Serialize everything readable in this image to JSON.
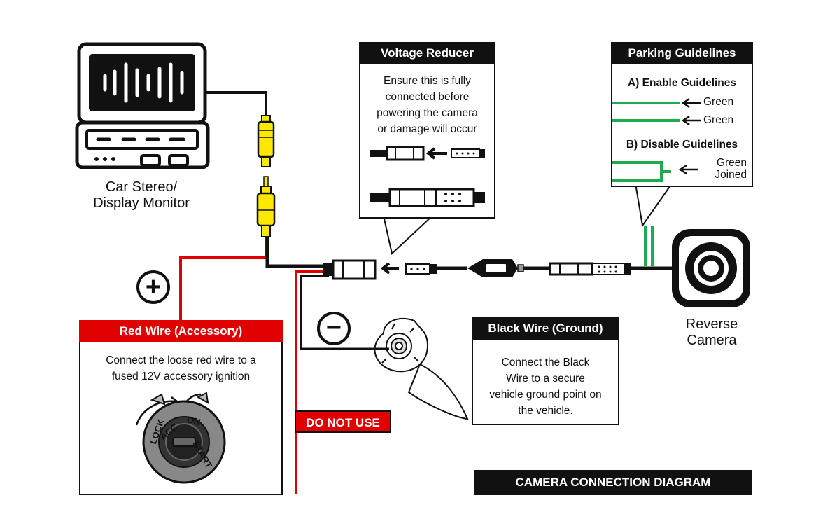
{
  "title": "CAMERA CONNECTION DIAGRAM",
  "monitor": {
    "label_line1": "Car Stereo/",
    "label_line2": "Display Monitor"
  },
  "camera": {
    "label_line1": "Reverse",
    "label_line2": "Camera"
  },
  "voltage_reducer": {
    "heading": "Voltage Reducer",
    "lines": [
      "Ensure this is fully",
      "connected before",
      "powering the camera",
      "or damage will occur"
    ]
  },
  "parking_guidelines": {
    "heading": "Parking Guidelines",
    "enable_heading": "A) Enable Guidelines",
    "enable_wire1": "Green",
    "enable_wire2": "Green",
    "disable_heading": "B) Disable Guidelines",
    "disable_line1": "Green",
    "disable_line2": "Joined"
  },
  "red_wire": {
    "heading": "Red Wire (Accessory)",
    "lines": [
      "Connect the loose red wire to a",
      "fused 12V accessory ignition"
    ]
  },
  "ignition": {
    "lock": "LOCK",
    "acc": "ACC",
    "on": "ON",
    "start": "START"
  },
  "black_wire": {
    "heading": "Black Wire (Ground)",
    "lines": [
      "Connect the Black",
      "Wire to a secure",
      "vehicle ground point on",
      "the vehicle."
    ]
  },
  "do_not_use": "DO NOT USE",
  "plus_symbol": "+",
  "minus_symbol": "−",
  "colors": {
    "red": "#e00000",
    "green": "#1faa4b",
    "yellow": "#ffe800",
    "black": "#111111"
  }
}
